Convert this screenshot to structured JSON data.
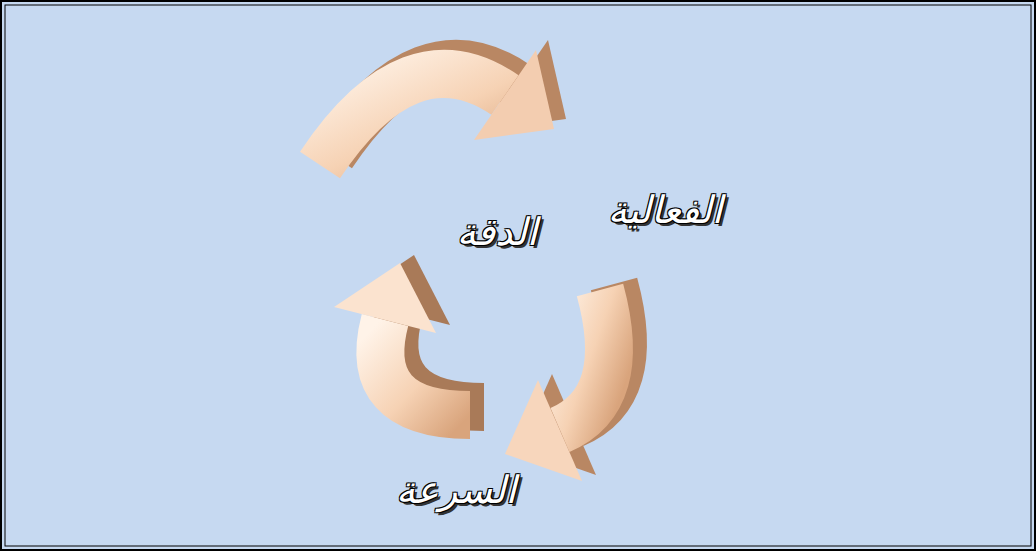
{
  "diagram": {
    "labels": [
      "الفعالية",
      "الدقة",
      "السرعة"
    ]
  }
}
